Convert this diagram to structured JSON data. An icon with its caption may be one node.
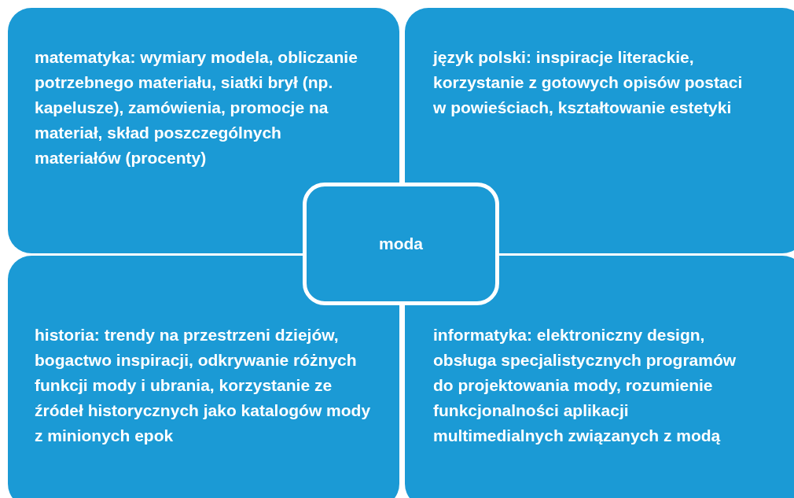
{
  "diagram": {
    "nodes": [
      {
        "text": [
          "matematyka: wymiary modela, obliczanie potrzebnego materiału, siatki brył (np. kapelusze), zamówienia, promocje na materiał, skład poszczególnych materiałów (procenty)"
        ]
      },
      {
        "text": [
          "język polski: inspiracje literackie, korzystanie z gotowych opisów postaci w powieściach, kształtowanie estetyki"
        ]
      },
      {
        "text": [
          "moda"
        ]
      },
      {
        "text": [
          "historia: trendy na przestrzeni dziejów, bogactwo inspiracji, odkrywanie różnych funkcji mody i ubrania, korzystanie ze źródeł historycznych jako katalogów mody z minionych epok"
        ]
      },
      {
        "text": [
          "informatyka: elektroniczny design, obsługa specjalistycznych programów do projektowania mody, rozumienie funkcjonalności aplikacji multimedialnych związanych z modą"
        ]
      }
    ],
    "edges": []
  }
}
